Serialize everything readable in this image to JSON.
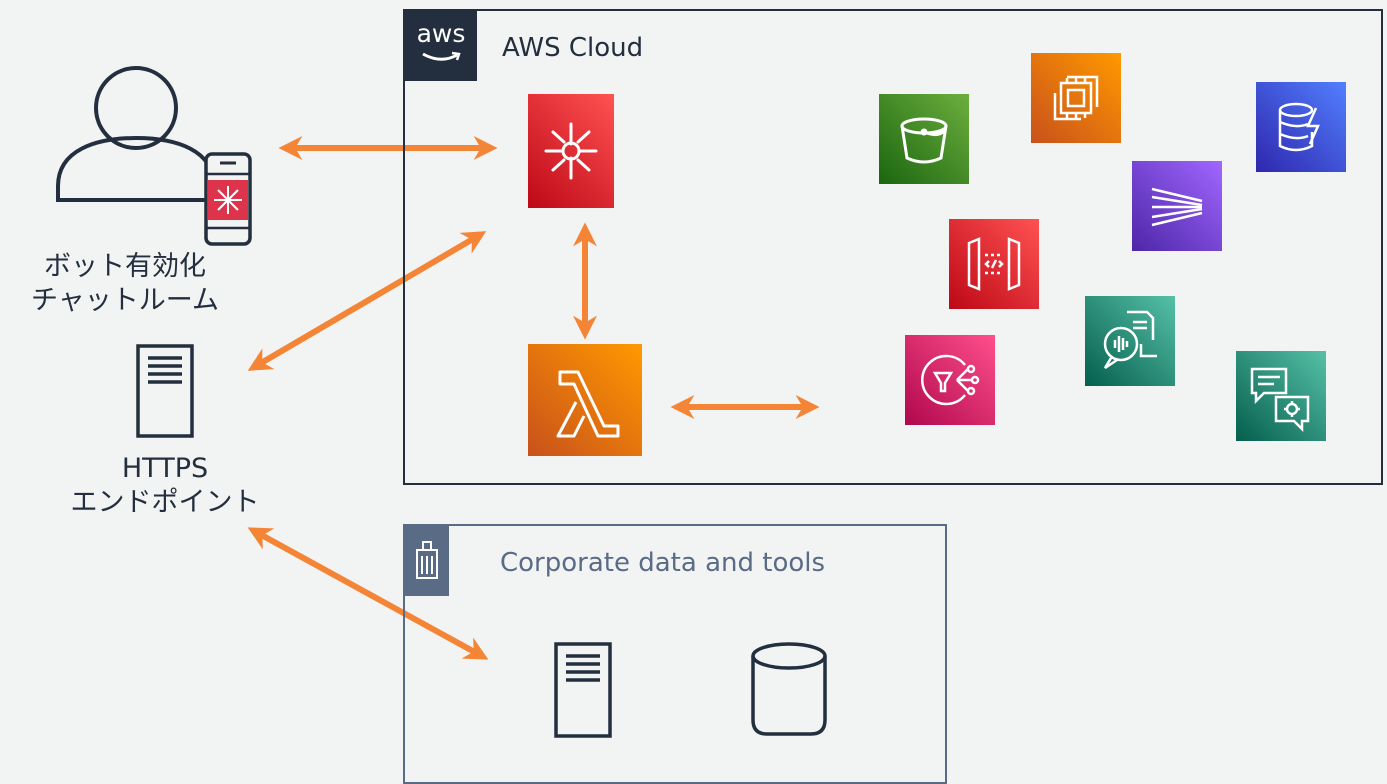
{
  "left": {
    "chatroom_label_line1": "ボット有効化",
    "chatroom_label_line2": "チャットルーム",
    "endpoint_label_line1": "HTTPS",
    "endpoint_label_line2": "エンドポイント"
  },
  "aws_cloud": {
    "logo_text": "aws",
    "title": "AWS Cloud",
    "border_color": "#232f3e"
  },
  "corporate": {
    "title": "Corporate data and tools",
    "border_color": "#5a6b86"
  },
  "services": {
    "chime": "amazon-chime-icon",
    "lambda": "aws-lambda-icon",
    "s3": "amazon-s3-icon",
    "ec2": "amazon-ec2-icon",
    "dynamodb": "amazon-dynamodb-icon",
    "kinesis": "amazon-kinesis-icon",
    "api_gateway": "amazon-api-gateway-icon",
    "transcribe": "amazon-transcribe-icon",
    "sns": "amazon-sns-icon",
    "comprehend": "amazon-comprehend-icon"
  },
  "colors": {
    "arrow": "#f58536",
    "text": "#232f3e",
    "chime": "#dd344c",
    "lambda": "#ed7100",
    "s3": "#3f8624",
    "ec2": "#ed7100",
    "dynamodb": "#3b48cc",
    "kinesis": "#8c4fff",
    "api_gateway": "#e7157b",
    "transcribe": "#01a88d"
  }
}
